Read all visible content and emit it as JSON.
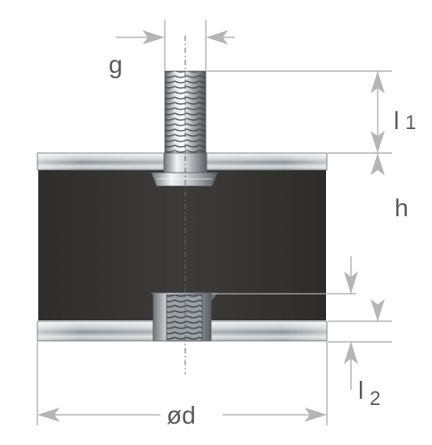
{
  "dimensions": {
    "g": "g",
    "l1": "l",
    "l1_sub": "1",
    "h": "h",
    "l2": "l",
    "l2_sub": "2",
    "d": "ød"
  },
  "colors": {
    "rubber": "#3a3836",
    "steel_light": "#eef0f1",
    "steel_dark": "#7d8388",
    "dimension": "#a8a8a8",
    "label": "#5a5a5a"
  }
}
